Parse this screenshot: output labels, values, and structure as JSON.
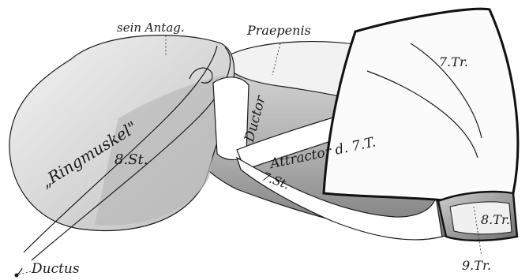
{
  "figure": {
    "labels": {
      "sein_antag": "sein Antag.",
      "praepenis": "Praepenis",
      "tr7": "7.Tr.",
      "ringmuskel": "„Ringmuskel\"",
      "st8": "8.St.",
      "ductor": "Ductor",
      "attractor": "Attractor d. 7.T.",
      "st7": "7.St.",
      "tr8": "8.Tr.",
      "ductus": "Ductus",
      "tr9": "9.Tr."
    }
  }
}
